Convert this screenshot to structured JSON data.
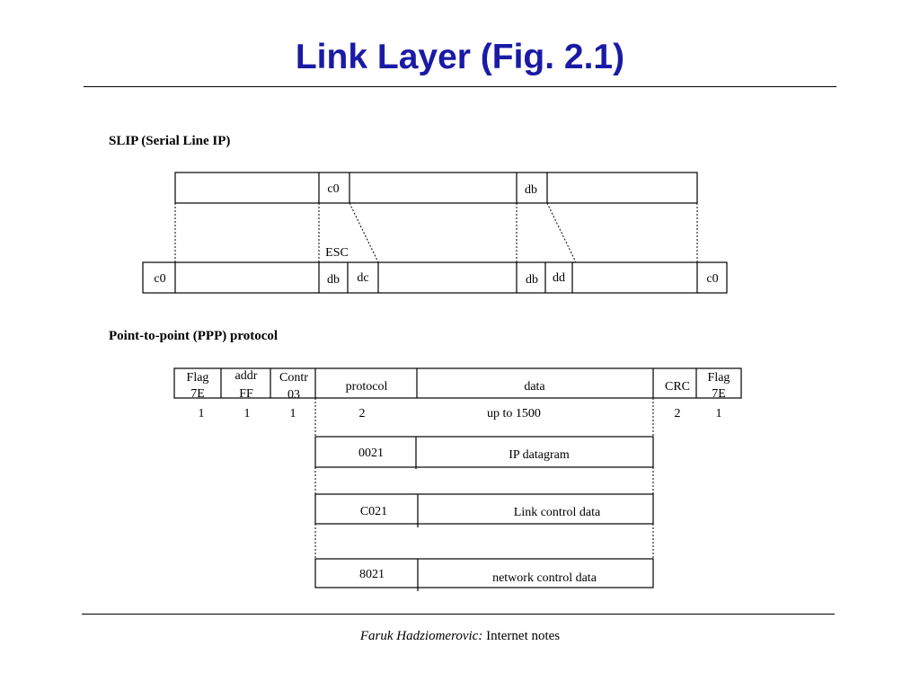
{
  "title": "Link Layer (Fig. 2.1)",
  "slip": {
    "heading": "SLIP (Serial Line IP)",
    "top_frame": {
      "c0": "c0",
      "db": "db"
    },
    "esc_label": "ESC",
    "bottom_frame": {
      "start_c0": "c0",
      "db1": "db",
      "dc": "dc",
      "db2": "db",
      "dd": "dd",
      "end_c0": "c0"
    }
  },
  "ppp": {
    "heading": "Point-to-point (PPP) protocol",
    "header_fields": {
      "flag_start": [
        "Flag",
        "7E"
      ],
      "addr": [
        "addr",
        "FF"
      ],
      "contr": [
        "Contr",
        "03"
      ],
      "protocol": "protocol",
      "data": "data",
      "crc": "CRC",
      "flag_end": [
        "Flag",
        "7E"
      ]
    },
    "sizes": {
      "flag_start": "1",
      "addr": "1",
      "contr": "1",
      "protocol": "2",
      "data": "up to 1500",
      "crc": "2",
      "flag_end": "1"
    },
    "protocol_rows": [
      {
        "code": "0021",
        "description": "IP datagram"
      },
      {
        "code": "C021",
        "description": "Link control data"
      },
      {
        "code": "8021",
        "description": "network control data"
      }
    ]
  },
  "footer": {
    "author": "Faruk Hadziomerovic:",
    "text": "Internet notes"
  }
}
